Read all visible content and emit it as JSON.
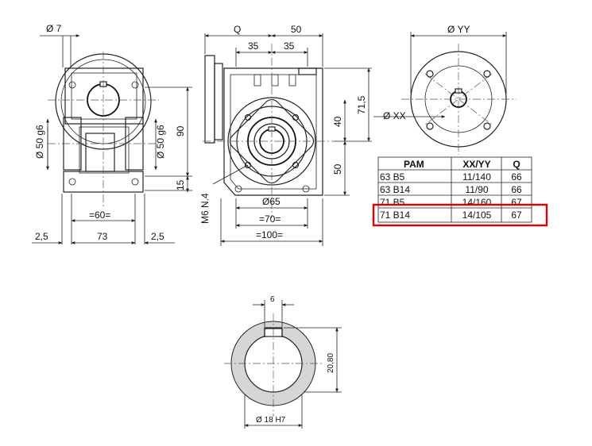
{
  "colors": {
    "highlight": "#e00000",
    "line": "#222222",
    "section_fill": "#d6d6d6"
  },
  "side_view": {
    "top_dim": "Ø 7",
    "left_shaft_dim": "Ø 50 g6",
    "right_shaft_dim": "Ø 50 g6",
    "height_dim": "90",
    "base_dim": "15",
    "inner_width_dim": "=60=",
    "left_offset": "2,5",
    "base_width": "73",
    "right_offset": "2,5"
  },
  "front_view": {
    "q_label": "Q",
    "top_50": "50",
    "left_35": "35",
    "right_35": "35",
    "height_715": "71,5",
    "dim_40": "40",
    "dim_50": "50",
    "bolt_note": "M6 N.4",
    "flange_dia": "Ø65",
    "width_70": "=70=",
    "width_100": "=100="
  },
  "flange_view": {
    "yy_label": "Ø YY",
    "xx_label": "Ø XX"
  },
  "pam_table": {
    "headers": [
      "PAM",
      "XX/YY",
      "Q"
    ],
    "rows": [
      [
        "63 B5",
        "11/140",
        "66"
      ],
      [
        "63 B14",
        "11/90",
        "66"
      ],
      [
        "71 B5",
        "14/160",
        "67"
      ],
      [
        "71 B14",
        "14/105",
        "67"
      ]
    ],
    "highlighted_row": "71 B14"
  },
  "bore_section": {
    "key_width": "6",
    "key_height": "20,80",
    "bore_dia": "Ø 18 H7"
  }
}
